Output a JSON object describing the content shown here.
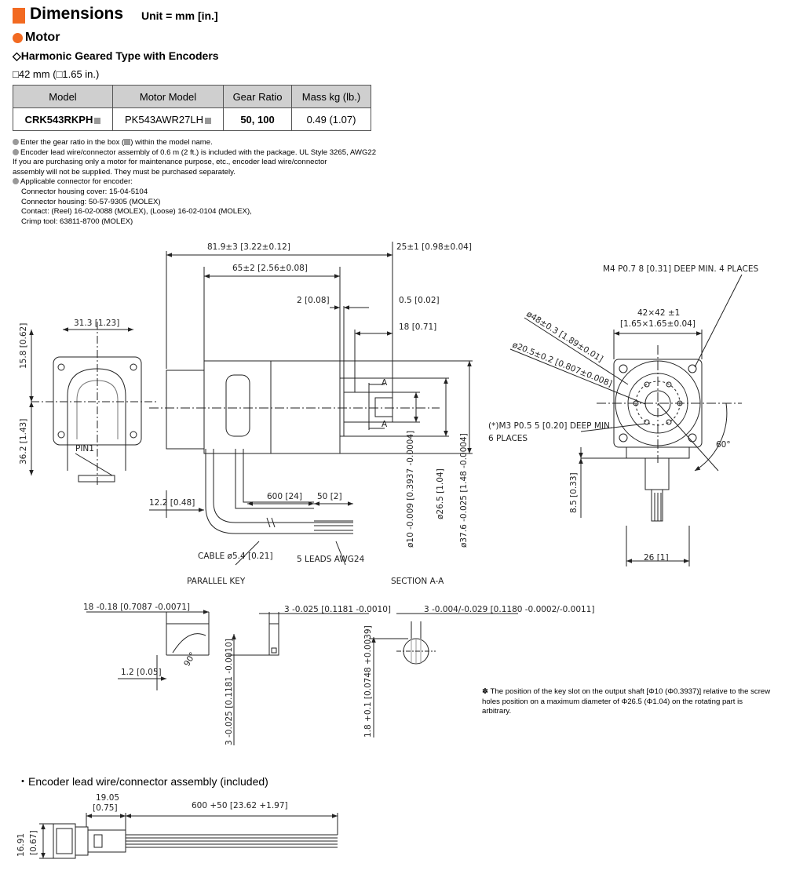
{
  "header": {
    "title": "Dimensions",
    "unit": "Unit = mm [in.]",
    "accent_color": "#f26a21"
  },
  "section": "Motor",
  "subsection": "◇Harmonic Geared Type with Encoders",
  "frame_size": "□42 mm (□1.65 in.)",
  "table": {
    "headers": [
      "Model",
      "Motor Model",
      "Gear Ratio",
      "Mass kg (lb.)"
    ],
    "row": {
      "model": "CRK543RKPH",
      "motor_model": "PK543AWR27LH",
      "gear_ratio": "50, 100",
      "mass": "0.49 (1.07)"
    }
  },
  "notes": {
    "n1_a": "Enter the gear ratio in the box (",
    "n1_b": ") within the model name.",
    "n2": "Encoder lead wire/connector assembly of 0.6 m (2 ft.) is included with the package. UL Style 3265, AWG22",
    "n3": "If you are purchasing only a motor for maintenance purpose, etc., encoder lead wire/connector",
    "n4": "assembly will not be supplied. They must be purchased separately.",
    "n5": "Applicable connector for encoder:",
    "n6": "Connector housing cover: 15-04-5104",
    "n7": "Connector housing: 50-57-9305 (MOLEX)",
    "n8": "Contact: (Reel) 16-02-0088 (MOLEX), (Loose) 16-02-0104 (MOLEX),",
    "n9": "Crimp tool: 63811-8700 (MOLEX)"
  },
  "drawing": {
    "d_81_9": "81.9±3 [3.22±0.12]",
    "d_65": "65±2 [2.56±0.08]",
    "d_25": "25±1 [0.98±0.04]",
    "d_2": "2 [0.08]",
    "d_0_5": "0.5 [0.02]",
    "d_18": "18 [0.71]",
    "d_31_3": "31.3 [1.23]",
    "d_15_8": "15.8 [0.62]",
    "d_36_2": "36.2 [1.43]",
    "pin1": "PIN1",
    "d_12_2": "12.2 [0.48]",
    "d_600": "600 [24]",
    "d_50": "50 [2]",
    "cable": "CABLE ø5.4 [0.21]",
    "leads": "5 LEADS AWG24",
    "d_shaft": "ø10 -0.009 [0.3937 -0.0004]",
    "d_26_5": "ø26.5 [1.04]",
    "d_37_6": "ø37.6 -0.025 [1.48 -0.0004]",
    "sec_a": "A",
    "m4": "M4 P0.7 8 [0.31] DEEP MIN. 4 PLACES",
    "d_42": "42×42 ±1",
    "d_42_in": "[1.65×1.65±0.04]",
    "d_48": "ø48±0.3 [1.89±0.01]",
    "d_20_5": "ø20.5±0.2 [0.807±0.008]",
    "m3": "(*)M3 P0.5 5 [0.20] DEEP MIN.",
    "m3_places": "6 PLACES",
    "d_60": "60°",
    "d_8_5": "8.5 [0.33]",
    "d_26": "26 [1]",
    "parallel_key": "PARALLEL KEY",
    "section_aa": "SECTION A-A",
    "d_key18": "18 -0.18 [0.7087 -0.0071]",
    "d_key3": "3 -0.025 [0.1181 -0.0010]",
    "d_sec3": "3 -0.004/-0.029 [0.1180 -0.0002/-0.0011]",
    "d_1_2": "1.2 [0.05]",
    "d_90": "90°",
    "d_key_h": "3 -0.025 [0.1181 -0.0010]",
    "d_1_8": "1.8 +0.1 [0.0748 +0.0039]",
    "d_19_05": "19.05",
    "d_0_75": "[0.75]",
    "d_enc600": "600 +50 [23.62 +1.97]",
    "d_16_91": "16.91",
    "d_0_67": "[0.67]"
  },
  "footnote": {
    "mark": "✽",
    "text": "The position of the key slot on the output shaft [Φ10 (Φ0.3937)] relative to the screw holes position on a maximum diameter of Φ26.5 (Φ1.04) on the rotating part is arbitrary."
  },
  "encoder_title": "・Encoder lead wire/connector assembly (included)"
}
